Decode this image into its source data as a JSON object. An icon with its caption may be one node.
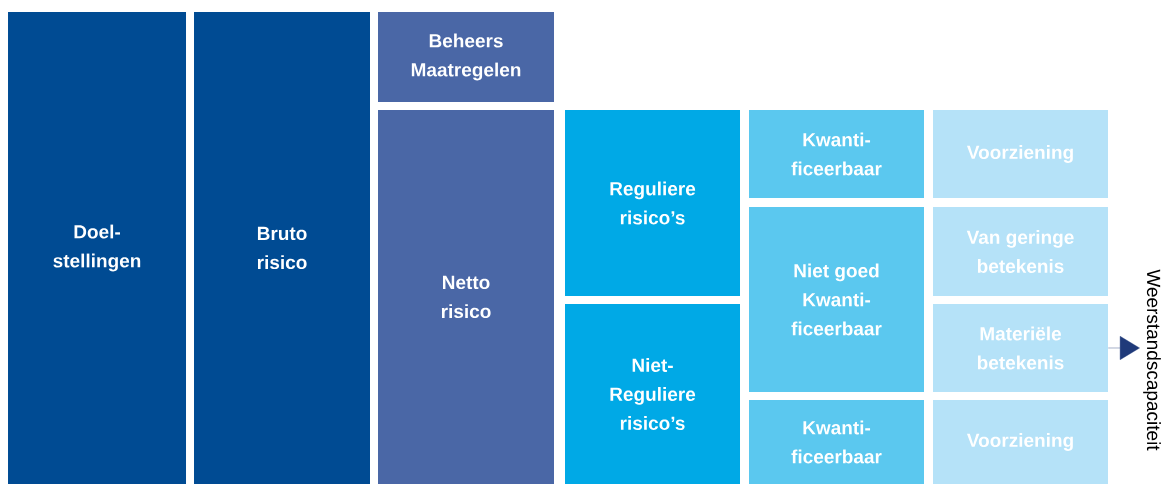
{
  "diagram": {
    "nodes": [
      {
        "text": [
          "Doel- stellingen"
        ]
      },
      {
        "text": [
          "Bruto risico"
        ]
      },
      {
        "text": [
          "Beheers Maatregelen"
        ]
      },
      {
        "text": [
          "Netto risico"
        ]
      },
      {
        "text": [
          "Reguliere risico’s"
        ]
      },
      {
        "text": [
          "Niet- Reguliere risico’s"
        ]
      },
      {
        "text": [
          "Kwanti- ficeerbaar"
        ]
      },
      {
        "text": [
          "Niet goed Kwanti- ficeerbaar"
        ]
      },
      {
        "text": [
          "Kwanti- ficeerbaar"
        ]
      },
      {
        "text": [
          "Voorziening"
        ]
      },
      {
        "text": [
          "Van geringe betekenis"
        ]
      },
      {
        "text": [
          "Materiële betekenis"
        ]
      },
      {
        "text": [
          "Voorziening"
        ]
      },
      {
        "text": [
          "Weerstandscapaciteit"
        ]
      }
    ],
    "edges": [
      {
        "from": 11,
        "to": 13,
        "arrow": "to"
      }
    ]
  }
}
